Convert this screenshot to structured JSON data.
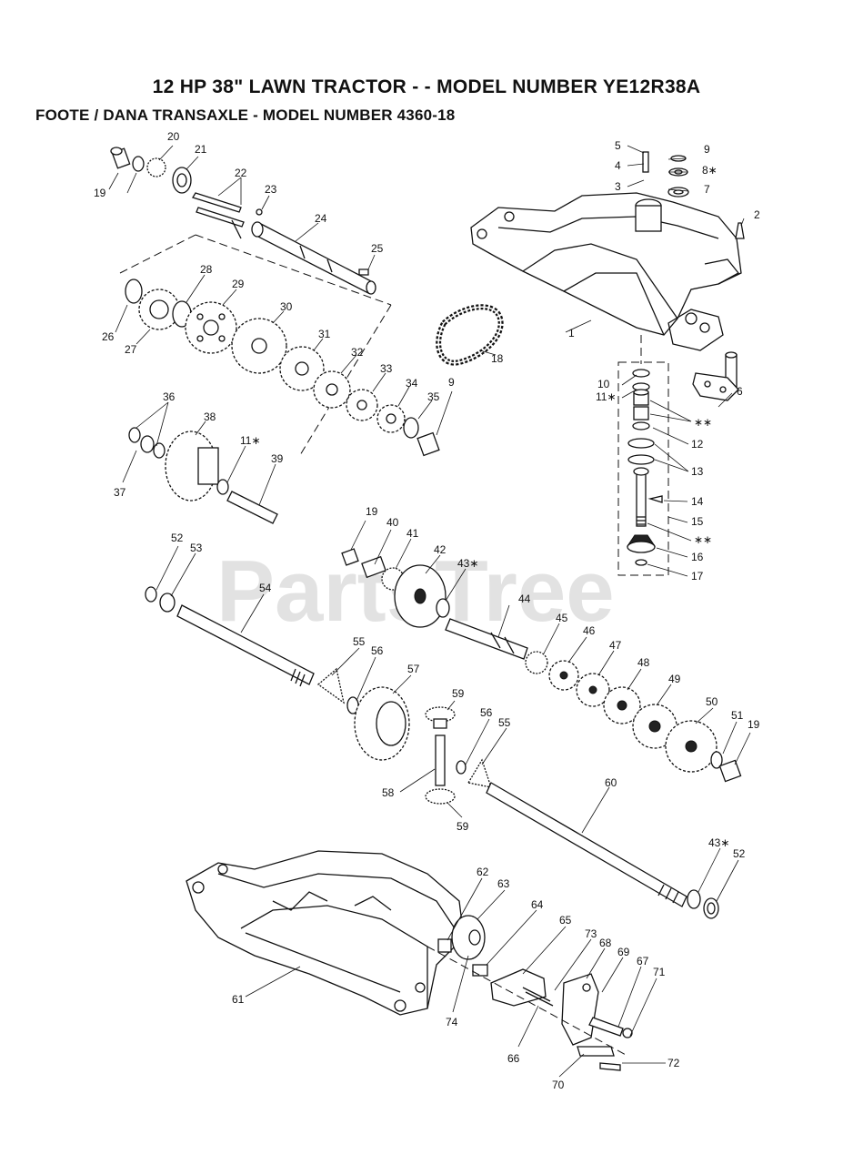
{
  "header": {
    "title": "12 HP 38\" LAWN TRACTOR - - MODEL NUMBER YE12R38A",
    "subtitle": "FOOTE / DANA TRANSAXLE - MODEL NUMBER 4360-18"
  },
  "watermark": "PartsTree",
  "callouts": [
    "1",
    "2",
    "3",
    "4",
    "5",
    "6",
    "7",
    "8∗",
    "9",
    "10",
    "11∗",
    "12",
    "13",
    "14",
    "15",
    "16",
    "17",
    "18",
    "19",
    "20",
    "21",
    "22",
    "23",
    "24",
    "25",
    "26",
    "27",
    "28",
    "29",
    "30",
    "31",
    "32",
    "33",
    "34",
    "35",
    "36",
    "37",
    "38",
    "39",
    "40",
    "41",
    "42",
    "43∗",
    "44",
    "45",
    "46",
    "47",
    "48",
    "49",
    "50",
    "51",
    "52",
    "53",
    "54",
    "55",
    "56",
    "57",
    "58",
    "59",
    "60",
    "61",
    "62",
    "63",
    "64",
    "65",
    "66",
    "67",
    "68",
    "69",
    "70",
    "71",
    "72",
    "73",
    "74",
    "∗∗"
  ]
}
